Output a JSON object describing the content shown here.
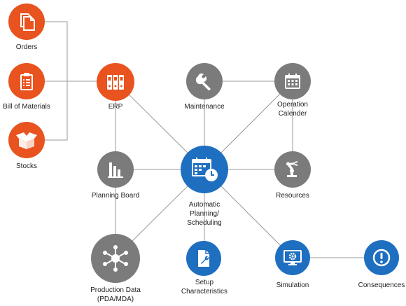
{
  "colors": {
    "orange": "#e8531f",
    "gray": "#7b7b7b",
    "blue": "#1f6fc1",
    "line": "#9a9a9a"
  },
  "nodes": {
    "orders": {
      "label": "Orders",
      "icon": "documents-icon"
    },
    "bom": {
      "label": "Bill of Materials",
      "icon": "clipboard-list-icon"
    },
    "stocks": {
      "label": "Stocks",
      "icon": "box-icon"
    },
    "erp": {
      "label": "ERP",
      "icon": "binders-icon"
    },
    "maintenance": {
      "label": "Maintenance",
      "icon": "wrench-icon"
    },
    "operation_calender": {
      "label_line1": "Operation",
      "label_line2": "Calender",
      "icon": "calendar-icon"
    },
    "planning_board": {
      "label": "Planning Board",
      "icon": "bar-chart-icon"
    },
    "automatic": {
      "label_line1": "Automatic",
      "label_line2": "Planning/",
      "label_line3": "Scheduling",
      "icon": "calendar-clock-icon"
    },
    "resources": {
      "label": "Resources",
      "icon": "robot-arm-icon"
    },
    "production_data": {
      "label_line1": "Production Data",
      "label_line2": "(PDA/MDA)",
      "icon": "network-hub-icon"
    },
    "setup": {
      "label_line1": "Setup",
      "label_line2": "Characteristics",
      "icon": "document-wrench-icon"
    },
    "simulation": {
      "label": "Simulation",
      "icon": "monitor-gear-icon"
    },
    "consequences": {
      "label": "Consequences",
      "icon": "exclamation-icon"
    }
  }
}
